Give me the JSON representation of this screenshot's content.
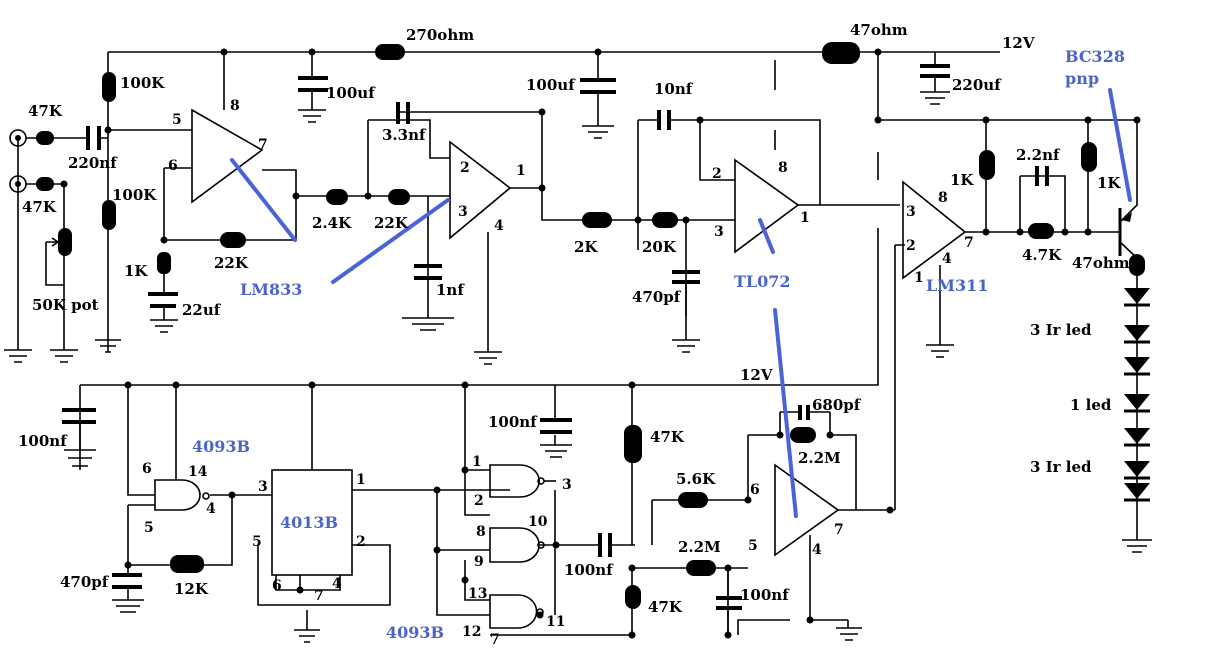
{
  "supply_labels": {
    "top": "12V",
    "mid": "12V"
  },
  "resistors": {
    "r270": "270ohm",
    "r47_top": "47ohm",
    "r47k_a": "47K",
    "r47k_b": "47K",
    "r100k_a": "100K",
    "r100k_b": "100K",
    "r1k_a": "1K",
    "r22k_a": "22K",
    "r2_4k": "2.4K",
    "r22k_b": "22K",
    "r2k": "2K",
    "r20k": "20K",
    "r1k_b": "1K",
    "r4_7k": "4.7K",
    "r1k_c": "1K",
    "r47_led": "47ohm",
    "r12k": "12K",
    "r47k_c": "47K",
    "r5_6k": "5.6K",
    "r2_2m_a": "2.2M",
    "r2_2m_b": "2.2M",
    "r47k_d": "47K",
    "pot": "50K pot"
  },
  "capacitors": {
    "c220nf": "220nf",
    "c100uf_a": "100uf",
    "c100uf_b": "100uf",
    "c220uf": "220uf",
    "c3_3nf": "3.3nf",
    "c10nf": "10nf",
    "c22uf": "22uf",
    "c1nf": "1nf",
    "c470pf_a": "470pf",
    "c2_2nf": "2.2nf",
    "c100nf_a": "100nf",
    "c100nf_b": "100nf",
    "c680pf": "680pf",
    "c470pf_b": "470pf",
    "c100nf_c": "100nf",
    "c100nf_d": "100nf"
  },
  "parts": {
    "lm833": "LM833",
    "tl072": "TL072",
    "lm311": "LM311",
    "bc328": "BC328",
    "pnp": "pnp",
    "ic4093_a": "4093B",
    "ic4093_b": "4093B",
    "ic4013": "4013B"
  },
  "leds": {
    "led_a": "3 Ir led",
    "led_b": "1 led",
    "led_c": "3 Ir led"
  },
  "pins": {
    "p5": "5",
    "p6": "6",
    "p8": "8",
    "p7": "7",
    "p2a": "2",
    "p3a": "3",
    "p1a": "1",
    "p4a": "4",
    "p2b": "2",
    "p3b": "3",
    "p8b": "8",
    "p1b": "1",
    "p3c": "3",
    "p2c": "2",
    "p8c": "8",
    "p7c": "7",
    "p4c": "4",
    "p1c": "1",
    "g6": "6",
    "g14": "14",
    "g5": "5",
    "g4": "4",
    "f3": "3",
    "f1": "1",
    "f5": "5",
    "f2": "2",
    "f6": "6",
    "f7": "7",
    "f4": "4",
    "n1": "1",
    "n2": "2",
    "n3": "3",
    "n8": "8",
    "n9": "9",
    "n10": "10",
    "n13": "13",
    "n12": "12",
    "n11": "11",
    "n7": "7",
    "o6": "6",
    "o5": "5",
    "o7": "7",
    "o4": "4"
  },
  "colors": {
    "annotation": "#4a64c8",
    "wire": "#000000"
  }
}
